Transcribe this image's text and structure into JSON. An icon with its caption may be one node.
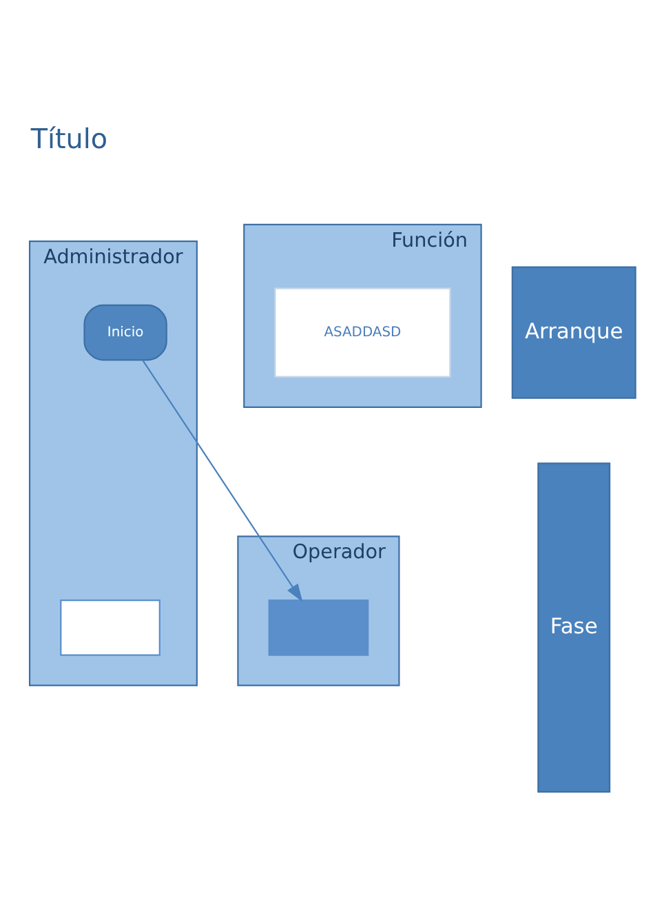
{
  "diagram": {
    "title": "Título",
    "nodes": [
      {
        "text": [
          "Operador"
        ]
      },
      {
        "text": [
          "Administrador"
        ]
      },
      {
        "text": [
          "Función"
        ]
      },
      {
        "text": [
          "Arranque"
        ]
      },
      {
        "text": [
          "Fase"
        ]
      },
      {
        "text": [
          "Inicio"
        ],
        "in": 1
      },
      {
        "text": [
          "ASADDASD"
        ],
        "in": 2
      },
      {
        "text": [],
        "shape": "box",
        "in": 0
      },
      {
        "text": [],
        "shape": "box",
        "in": 1
      }
    ],
    "edges": [
      {
        "from": 5,
        "to": 7,
        "arrow": "to"
      }
    ]
  }
}
